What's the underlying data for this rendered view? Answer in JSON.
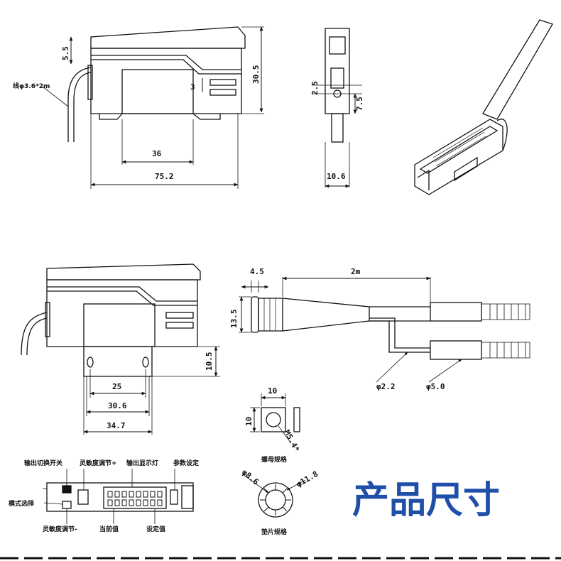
{
  "title": "产品尺寸",
  "front_view": {
    "dim_top": "5.5",
    "dim_height": "30.5",
    "dim_small": "3",
    "cable_label": "线φ3.6*2m",
    "dim_inner": "36",
    "dim_length": "75.2"
  },
  "end_view": {
    "dim_a": "2.5",
    "dim_b": "7.5",
    "dim_width": "10.6"
  },
  "mount_view": {
    "dim_height": "10.5",
    "dim_a": "25",
    "dim_b": "30.6",
    "dim_c": "34.7"
  },
  "fiber": {
    "dim_len": "4.5",
    "dim_cable": "2m",
    "dim_dia": "13.5",
    "fiber_a": "φ2.2",
    "fiber_b": "φ5.0"
  },
  "nut": {
    "dim_w": "10",
    "dim_h": "10",
    "thread": "M5.4*",
    "caption": "螺母规格"
  },
  "washer": {
    "inner": "φ8.6",
    "outer": "φ11.8",
    "caption": "垫片规格"
  },
  "panel_labels": {
    "output_switch": "输出切换开关",
    "sensitivity_plus": "灵敏度调节+",
    "output_indicator": "输出显示灯",
    "param_setting": "参数设定",
    "mode_select": "模式选择",
    "sensitivity_minus": "灵敏度调节-",
    "current_value": "当前值",
    "set_value": "设定值"
  }
}
